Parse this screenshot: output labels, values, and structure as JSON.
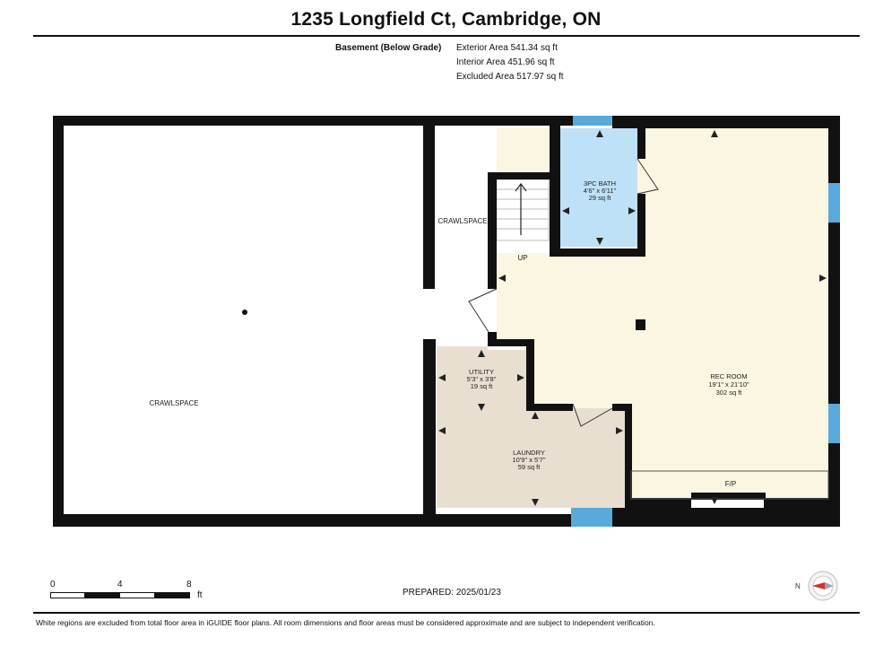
{
  "header": {
    "title": "1235 Longfield Ct, Cambridge, ON",
    "level": "Basement (Below Grade)",
    "areas": [
      "Exterior Area 541.34 sq ft",
      "Interior Area 451.96 sq ft",
      "Excluded Area 517.97 sq ft"
    ]
  },
  "rooms": {
    "crawlspace_large": "CRAWLSPACE",
    "crawlspace_small": "CRAWLSPACE",
    "bath": {
      "name": "3PC BATH",
      "dims": "4'6\" x 6'11\"",
      "area": "29 sq ft"
    },
    "rec": {
      "name": "REC ROOM",
      "dims": "19'1\" x 21'10\"",
      "area": "302 sq ft"
    },
    "utility": {
      "name": "UTILITY",
      "dims": "5'3\" x 3'8\"",
      "area": "19 sq ft"
    },
    "laundry": {
      "name": "LAUNDRY",
      "dims": "10'9\" x 5'7\"",
      "area": "59 sq ft"
    },
    "stairs_label": "UP",
    "fireplace_label": "F/P"
  },
  "colors": {
    "wall": "#111111",
    "rec_fill": "#faf6e1",
    "bath_fill": "#bfe1f7",
    "utility_fill": "#e8dfd1",
    "window": "#5aa9dc"
  },
  "scale": {
    "ticks": [
      "0",
      "4",
      "8"
    ],
    "unit": "ft"
  },
  "compass": {
    "label": "N"
  },
  "footer": {
    "prepared": "PREPARED: 2025/01/23",
    "disclaimer": "White regions are excluded from total floor area in iGUIDE floor plans. All room dimensions and floor areas must be considered approximate and are subject to independent verification."
  }
}
